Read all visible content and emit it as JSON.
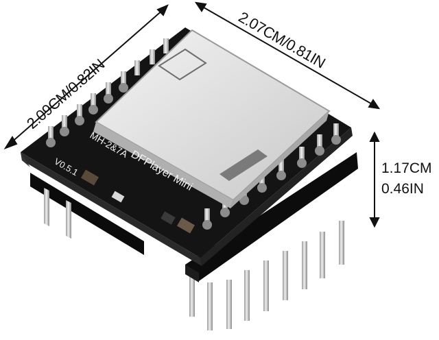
{
  "dimensions": {
    "width_label": "2.09CM/0.82IN",
    "depth_label": "2.07CM/0.81IN",
    "height_cm": "1.17CM",
    "height_in": "0.46IN"
  },
  "board": {
    "model_text": "DFPlayer Mini",
    "chip_text": "MH-2&7A",
    "version_text": "V0.5.1",
    "pcb_color": "#141414",
    "card_slot_color": "#d9d9d9",
    "pin_color": "#bfbfbf",
    "header_color": "#0c0c0c"
  }
}
